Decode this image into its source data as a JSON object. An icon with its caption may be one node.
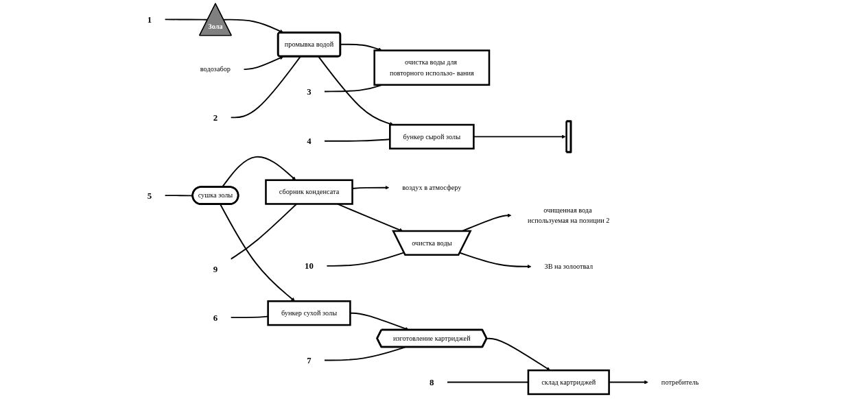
{
  "diagram": {
    "nodes": [
      {
        "text": [
          "Зола"
        ]
      },
      {
        "text": [
          "водозабор"
        ]
      },
      {
        "text": [
          "промывка водой"
        ]
      },
      {
        "text": [
          "очистка воды для повторного использо- вания"
        ]
      },
      {
        "text": [
          "бункер сырой золы"
        ]
      },
      {
        "text": [],
        "shape": "bar"
      },
      {
        "text": [
          "сушка золы"
        ]
      },
      {
        "text": [
          "сборник конденсата"
        ]
      },
      {
        "text": [
          "воздух в атмосферу"
        ]
      },
      {
        "text": [
          "очистка воды"
        ]
      },
      {
        "text": [
          "очищенная вода используемая на позиции 2"
        ]
      },
      {
        "text": [
          "ЗВ на золоотвал"
        ]
      },
      {
        "text": [
          "бункер сухой золы"
        ]
      },
      {
        "text": [
          "изготовление картриджей"
        ]
      },
      {
        "text": [
          "склад картриджей"
        ]
      },
      {
        "text": [
          "потребитель"
        ]
      },
      {
        "text": [
          "1"
        ]
      },
      {
        "text": [
          "2"
        ]
      },
      {
        "text": [
          "3"
        ]
      },
      {
        "text": [
          "4"
        ]
      },
      {
        "text": [
          "5"
        ]
      },
      {
        "text": [
          "6"
        ]
      },
      {
        "text": [
          "7"
        ]
      },
      {
        "text": [
          "8"
        ]
      },
      {
        "text": [
          "9"
        ]
      },
      {
        "text": [
          "10"
        ]
      }
    ],
    "edges": [
      {
        "from": 0,
        "to": 2,
        "arrow": "to"
      },
      {
        "from": 1,
        "to": 2,
        "arrow": "to"
      },
      {
        "from": 2,
        "to": 3,
        "arrow": "to"
      },
      {
        "from": 2,
        "to": 4,
        "arrow": "to"
      },
      {
        "from": 4,
        "to": 5,
        "arrow": "to"
      },
      {
        "from": 6,
        "to": 7,
        "arrow": "to"
      },
      {
        "from": 6,
        "to": 12,
        "arrow": "to"
      },
      {
        "from": 7,
        "to": 8,
        "arrow": "to"
      },
      {
        "from": 7,
        "to": 9,
        "arrow": "to"
      },
      {
        "from": 9,
        "to": 10,
        "arrow": "to"
      },
      {
        "from": 9,
        "to": 11,
        "arrow": "to"
      },
      {
        "from": 12,
        "to": 13,
        "arrow": "to"
      },
      {
        "from": 13,
        "to": 14,
        "arrow": "to"
      },
      {
        "from": 14,
        "to": 15,
        "arrow": "to"
      },
      {
        "from": 16,
        "to": 0,
        "arrow": "none"
      },
      {
        "from": 17,
        "to": 2,
        "arrow": "none"
      },
      {
        "from": 18,
        "to": 3,
        "arrow": "none"
      },
      {
        "from": 19,
        "to": 4,
        "arrow": "none"
      },
      {
        "from": 20,
        "to": 6,
        "arrow": "none"
      },
      {
        "from": 21,
        "to": 12,
        "arrow": "none"
      },
      {
        "from": 22,
        "to": 13,
        "arrow": "none"
      },
      {
        "from": 23,
        "to": 14,
        "arrow": "none"
      },
      {
        "from": 24,
        "to": 7,
        "arrow": "none"
      },
      {
        "from": 25,
        "to": 9,
        "arrow": "none"
      }
    ]
  }
}
